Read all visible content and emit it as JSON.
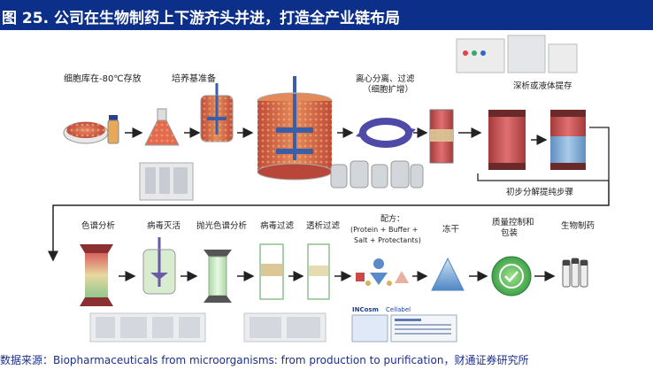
{
  "header": {
    "title": "图 25. 公司在生物制药上下游齐头并进，打造全产业链布局"
  },
  "top_row": [
    {
      "label": "细胞库在-80℃存放"
    },
    {
      "label": "培养基准备"
    },
    {
      "label": "离心分离、过滤"
    },
    {
      "label": "（细胞扩增）"
    },
    {
      "label": "深析或液体提存"
    },
    {
      "label": "初步分解提纯步骤"
    }
  ],
  "bottom_row": [
    {
      "label": "色谱分析"
    },
    {
      "label": "病毒灭活"
    },
    {
      "label": "抛光色谱分析"
    },
    {
      "label": "病毒过滤"
    },
    {
      "label": "透析过滤"
    },
    {
      "label": "配方："
    },
    {
      "label": "(Protein + Buffer +"
    },
    {
      "label": "Salt + Protectants)"
    },
    {
      "label": "冻干"
    },
    {
      "label": "质量控制和"
    },
    {
      "label": "包装"
    },
    {
      "label": "生物制药"
    }
  ],
  "logos": {
    "lncosm": "INCosm",
    "cellabel": "Cellabel"
  },
  "source": {
    "text": "数据来源：Biopharmaceuticals from microorganisms: from production to purification，财通证券研究所"
  },
  "colors": {
    "title_bg": "#0c2f8a",
    "source_text": "#1a2f8a",
    "reactor": "#d9604a",
    "column": "#c85a4e",
    "arrow": "#222222"
  }
}
